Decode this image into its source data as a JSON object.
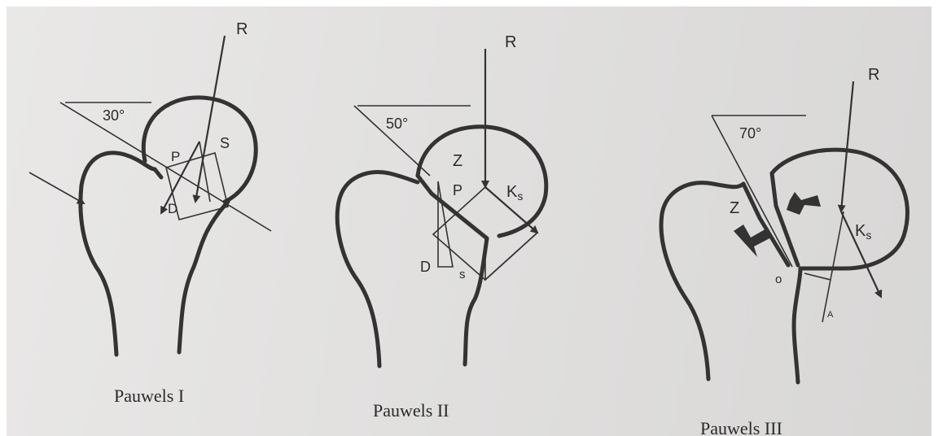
{
  "figures": [
    {
      "caption": "Pauwels I",
      "angle": "30°",
      "labels": {
        "r": "R",
        "s": "S",
        "p": "P",
        "d": "D"
      }
    },
    {
      "caption": "Pauwels II",
      "angle": "50°",
      "labels": {
        "r": "R",
        "z": "Z",
        "p": "P",
        "ks": "K",
        "ks_sub": "s",
        "d": "D",
        "s": "s"
      }
    },
    {
      "caption": "Pauwels III",
      "angle": "70°",
      "labels": {
        "r": "R",
        "z": "Z",
        "ks": "K",
        "ks_sub": "s",
        "o": "o",
        "a": "A"
      }
    }
  ]
}
